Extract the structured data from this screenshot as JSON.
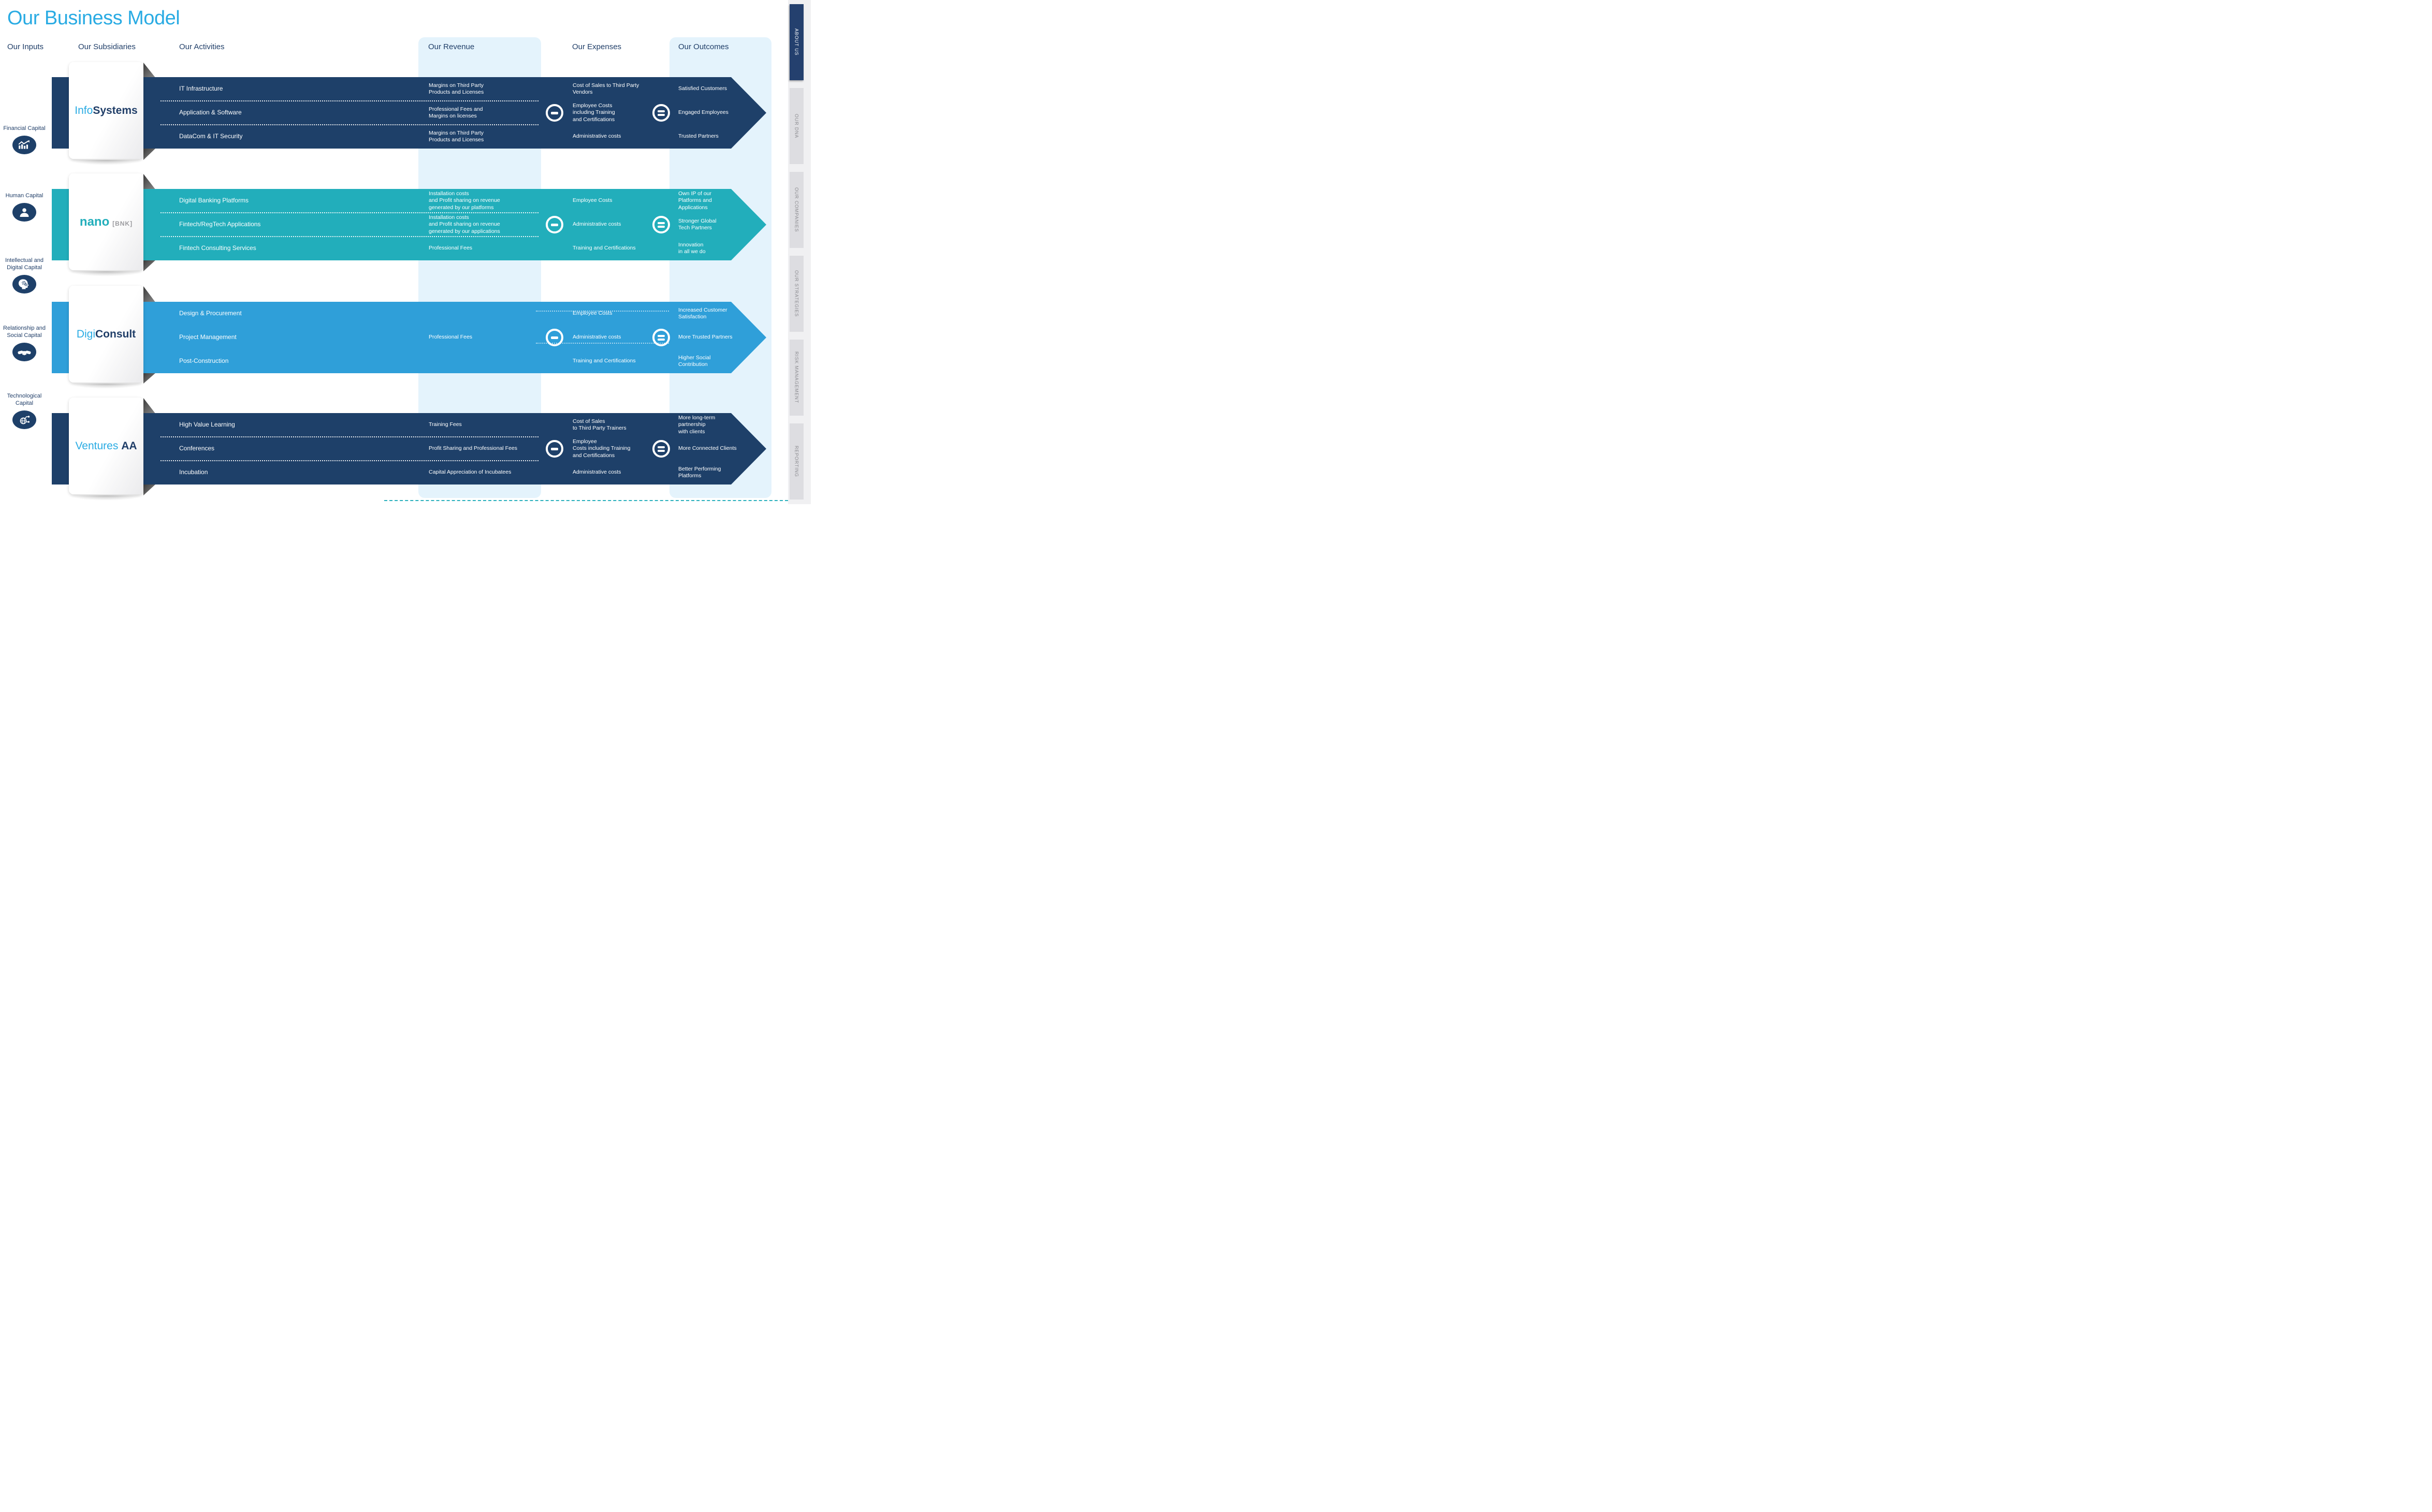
{
  "title": "Our Business Model",
  "headers": {
    "inputs": "Our Inputs",
    "subsidiaries": "Our Subsidiaries",
    "activities": "Our Activities",
    "revenue": "Our Revenue",
    "expenses": "Our Expenses",
    "outcomes": "Our Outcomes"
  },
  "inputs": [
    {
      "label": "Financial Capital",
      "icon": "financial-chart-icon"
    },
    {
      "label": "Human Capital",
      "icon": "person-icon"
    },
    {
      "label": "Intellectual and\nDigital Capital",
      "icon": "head-gears-icon"
    },
    {
      "label": "Relationship and\nSocial Capital",
      "icon": "handshake-icon"
    },
    {
      "label": "Technological\nCapital",
      "icon": "globe-network-icon"
    }
  ],
  "rows": [
    {
      "company": "InfoSystems",
      "logo": {
        "part1": "Info",
        "part2": "Systems"
      },
      "band_color": "#1e4069",
      "activities": [
        "IT Infrastructure",
        "Application & Software",
        "DataCom & IT Security"
      ],
      "revenue": [
        "Margins on Third Party\nProducts and Licenses",
        "Professional Fees and\nMargins on licenses",
        "Margins on Third Party\nProducts and Licenses"
      ],
      "expenses": [
        "Cost of Sales to Third Party\nVendors",
        "Employee Costs\nincluding Training\nand Certifications",
        "Administrative costs"
      ],
      "outcomes": [
        "Satisfied Customers",
        "Engaged Employees",
        "Trusted Partners"
      ]
    },
    {
      "company": "nano [BNK]",
      "logo": {
        "part1": "nano",
        "part2": "[BNK]"
      },
      "band_color": "#22aebb",
      "activities": [
        "Digital Banking Platforms",
        "Fintech/RegTech Applications",
        "Fintech Consulting Services"
      ],
      "revenue": [
        "Installation costs\nand Profit sharing on revenue\ngenerated by our platforms",
        "Installation costs\nand Profit sharing on revenue\ngenerated by our applications",
        "Professional Fees"
      ],
      "expenses": [
        "Employee Costs",
        "Administrative costs",
        "Training and Certifications"
      ],
      "outcomes": [
        "Own IP of our\nPlatforms and\nApplications",
        "Stronger Global\nTech Partners",
        "Innovation\nin all we do"
      ]
    },
    {
      "company": "DigiConsult",
      "logo": {
        "part1": "Digi",
        "part2": "Consult"
      },
      "band_color": "#2f9fd9",
      "activities": [
        "Design & Procurement",
        "Project Management",
        "Post-Construction"
      ],
      "revenue": [
        "Professional Fees"
      ],
      "expenses": [
        "Employee Costs",
        "Administrative costs",
        "Training and Certifications"
      ],
      "outcomes": [
        "Increased Customer\nSatisfaction",
        "More Trusted Partners",
        "Higher Social\nContribution"
      ]
    },
    {
      "company": "Ventures AA",
      "logo": {
        "part1": "Ventures ",
        "part2": "AA"
      },
      "band_color": "#1e4069",
      "activities": [
        "High Value Learning",
        "Conferences",
        "Incubation"
      ],
      "revenue": [
        "Training Fees",
        "Profit Sharing and Professional Fees",
        "Capital Appreciation of Incubatees"
      ],
      "expenses": [
        "Cost of Sales\nto Third Party Trainers",
        "Employee\nCosts including Training\nand Certifications",
        "Administrative costs"
      ],
      "outcomes": [
        "More long-term\npartnership\nwith clients",
        "More Connected Clients",
        "Better Performing\nPlatforms"
      ]
    }
  ],
  "sidebar": {
    "tabs": [
      {
        "label": "ABOUT US",
        "active": true
      },
      {
        "label": "OUR DNA",
        "active": false
      },
      {
        "label": "OUR COMPANIES",
        "active": false
      },
      {
        "label": "OUR STRATEGIES",
        "active": false
      },
      {
        "label": "RISK MANAGEMENT",
        "active": false
      },
      {
        "label": "REPORTING",
        "active": false
      }
    ]
  },
  "colors": {
    "accent_light_blue": "#29abe3",
    "navy_band": "#1e4069",
    "teal_band": "#22aebb",
    "blue_band": "#2f9fd9",
    "panel_light_blue": "#e4f3fc",
    "header_text_navy": "#203e68",
    "active_tab_navy": "#24406e",
    "nano_logo_teal": "#22aebb",
    "bottom_dash_teal": "#2ab0bc"
  }
}
